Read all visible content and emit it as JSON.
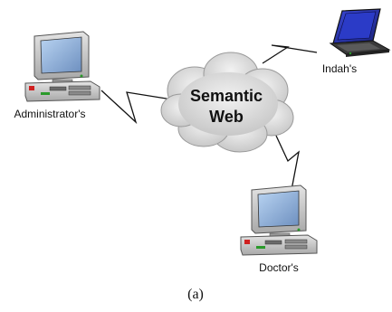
{
  "cloud": {
    "line1": "Semantic",
    "line2": "Web"
  },
  "nodes": {
    "administrator": "Administrator's",
    "indah": "Indah's",
    "doctor": "Doctor's"
  },
  "caption": "(a)",
  "icons": {
    "administrator": "desktop-computer-icon",
    "indah": "laptop-icon",
    "doctor": "desktop-computer-icon",
    "cloud": "cloud-icon"
  }
}
